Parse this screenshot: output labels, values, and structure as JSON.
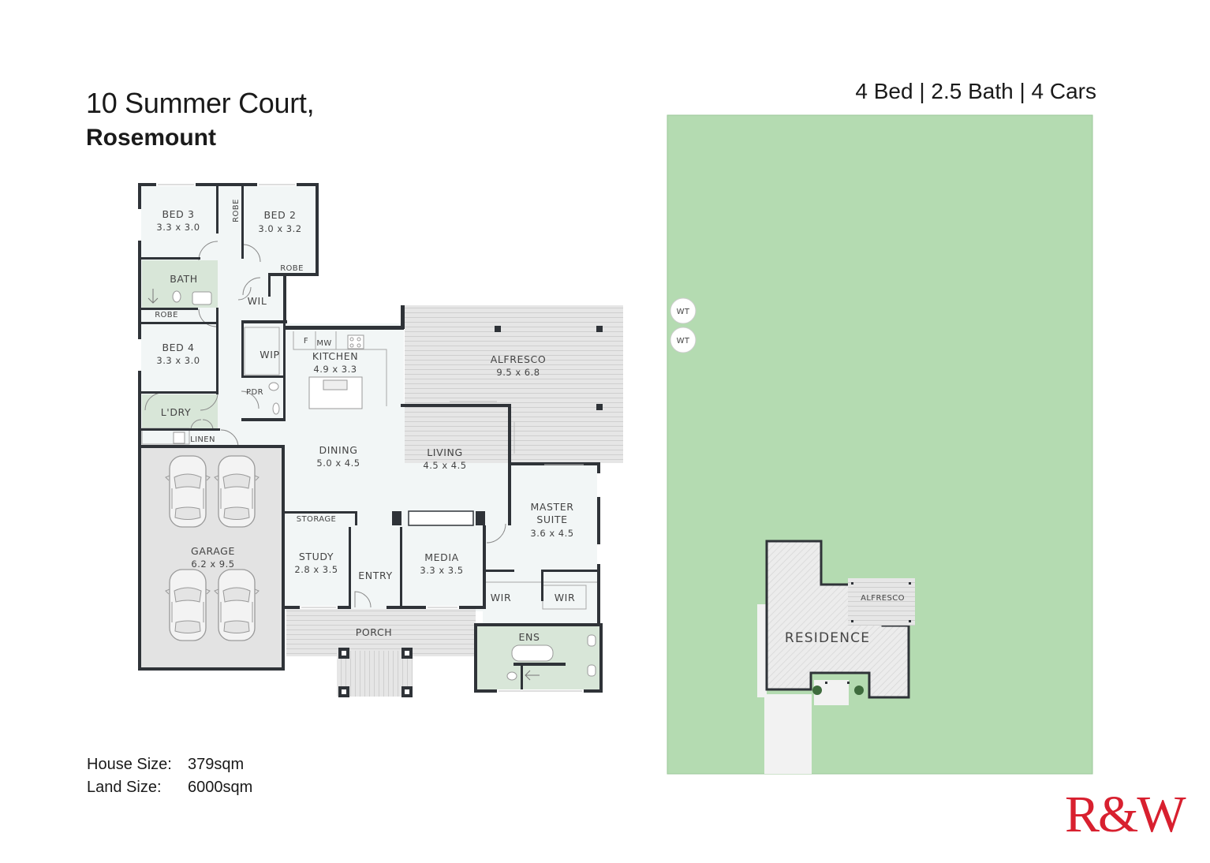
{
  "header": {
    "address_line1": "10 Summer Court,",
    "address_line2": "Rosemount",
    "summary": "4 Bed | 2.5 Bath | 4 Cars"
  },
  "sizes": {
    "house_label": "House Size:",
    "house_value": "379sqm",
    "land_label": "Land Size:",
    "land_value": "6000sqm"
  },
  "logo": "R&W",
  "colors": {
    "land": "#b4dbb1",
    "wall": "#2f3338",
    "floor": "#f2f6f6",
    "wet_area": "#d8e6d8",
    "deck": "#e4e4e4",
    "brand": "#d8202f"
  },
  "rooms": {
    "bed3": {
      "name": "BED 3",
      "dim": "3.3 x 3.0"
    },
    "bed2": {
      "name": "BED 2",
      "dim": "3.0 x 3.2"
    },
    "robe1": "ROBE",
    "robe2": "ROBE",
    "robe3": "ROBE",
    "bath": "BATH",
    "wil": "WIL",
    "bed4": {
      "name": "BED 4",
      "dim": "3.3 x 3.0"
    },
    "wip": "WIP",
    "pdr": "PDR",
    "fridge": "F",
    "mw": "MW",
    "kitchen": {
      "name": "KITCHEN",
      "dim": "4.9 x 3.3"
    },
    "alfresco": {
      "name": "ALFRESCO",
      "dim": "9.5 x 6.8"
    },
    "laundry": "L'DRY",
    "linen": "LINEN",
    "dining": {
      "name": "DINING",
      "dim": "5.0 x 4.5"
    },
    "living": {
      "name": "LIVING",
      "dim": "4.5 x 4.5"
    },
    "master": {
      "name1": "MASTER",
      "name2": "SUITE",
      "dim": "3.6 x 4.5"
    },
    "garage": {
      "name": "GARAGE",
      "dim": "6.2 x 9.5"
    },
    "storage": "STORAGE",
    "study": {
      "name": "STUDY",
      "dim": "2.8 x 3.5"
    },
    "entry": "ENTRY",
    "media": {
      "name": "MEDIA",
      "dim": "3.3 x 3.5"
    },
    "wir1": "WIR",
    "wir2": "WIR",
    "porch": "PORCH",
    "ens": "ENS"
  },
  "site": {
    "wt1": "WT",
    "wt2": "WT",
    "alfresco": "ALFRESCO",
    "residence": "RESIDENCE"
  }
}
